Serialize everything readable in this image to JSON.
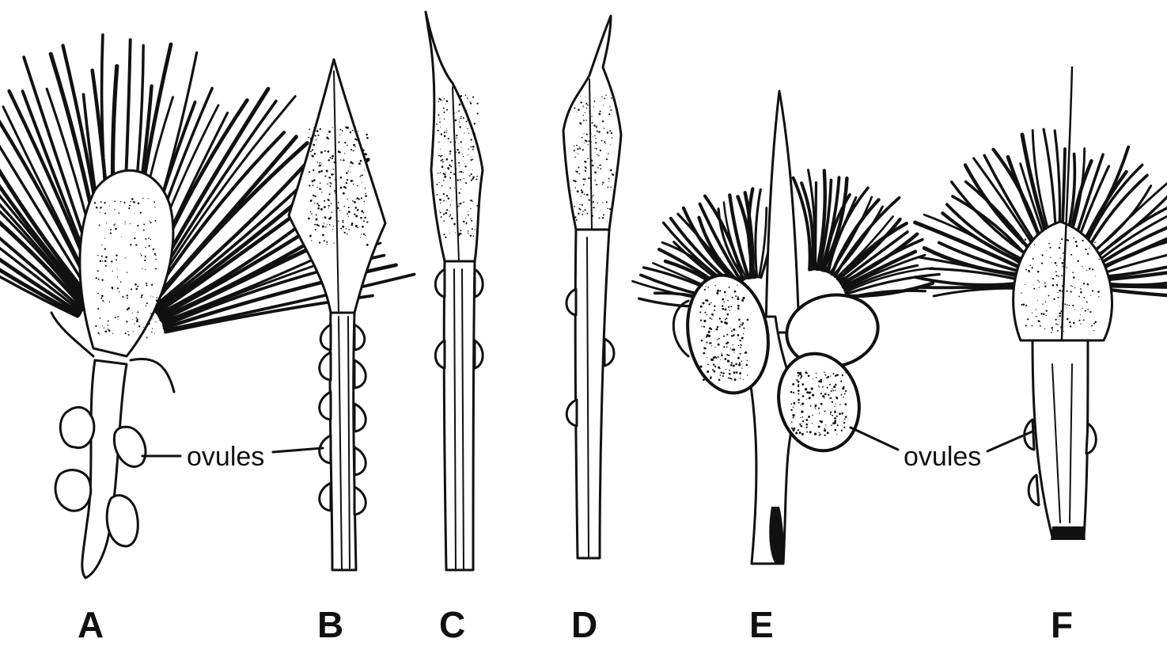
{
  "figure": {
    "panels": [
      {
        "id": "A",
        "label": "A"
      },
      {
        "id": "B",
        "label": "B"
      },
      {
        "id": "C",
        "label": "C"
      },
      {
        "id": "D",
        "label": "D"
      },
      {
        "id": "E",
        "label": "E"
      },
      {
        "id": "F",
        "label": "F"
      }
    ],
    "callouts": [
      {
        "text": "ovules"
      },
      {
        "text": "ovules"
      }
    ],
    "colors": {
      "ink": "#111111",
      "paper": "#ffffff"
    }
  }
}
